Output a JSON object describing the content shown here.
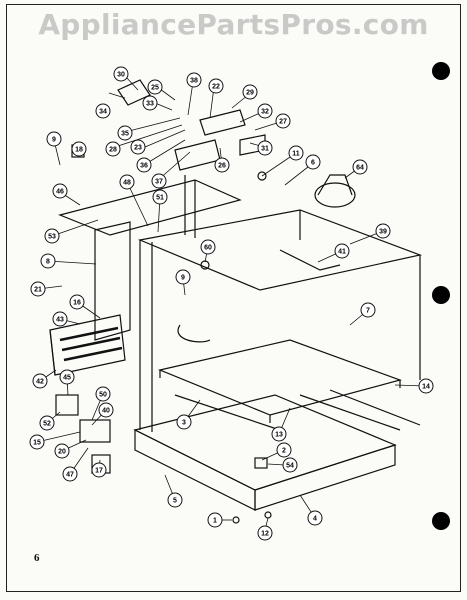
{
  "watermark": "AppliancePartsPros.com",
  "page_number": "6",
  "callouts": [
    "30",
    "34",
    "25",
    "33",
    "38",
    "22",
    "29",
    "32",
    "27",
    "35",
    "28",
    "23",
    "36",
    "37",
    "26",
    "31",
    "11",
    "6",
    "64",
    "9",
    "18",
    "46",
    "48",
    "51",
    "53",
    "8",
    "60",
    "41",
    "39",
    "9",
    "21",
    "16",
    "7",
    "43",
    "42",
    "45",
    "50",
    "52",
    "40",
    "15",
    "20",
    "47",
    "17",
    "3",
    "13",
    "14",
    "2",
    "54",
    "5",
    "4",
    "1",
    "12"
  ]
}
